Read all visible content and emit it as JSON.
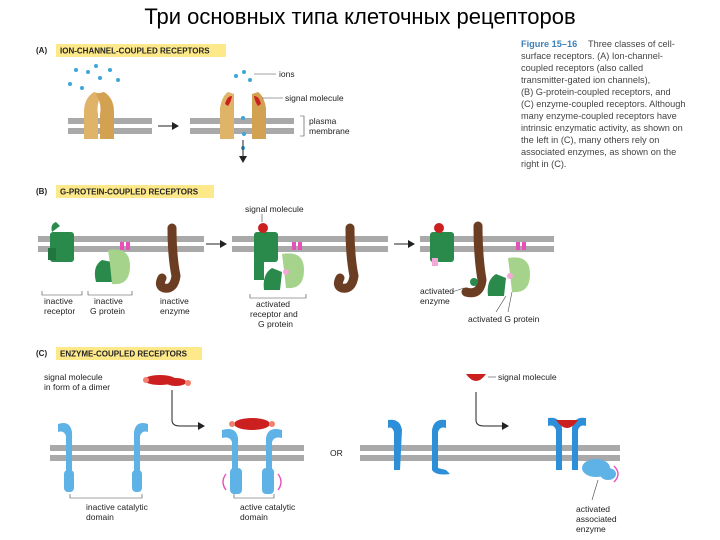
{
  "slide": {
    "title": "Три основных типа клеточных рецепторов"
  },
  "caption": {
    "figure": "Figure 15–16",
    "lines": [
      "Three classes of cell-",
      "surface receptors. (A) Ion-channel-",
      "coupled receptors (also called",
      "transmitter-gated ion channels),",
      "(B) G-protein-coupled receptors, and",
      "(C) enzyme-coupled receptors. Although",
      "many enzyme-coupled receptors have",
      "intrinsic enzymatic activity, as shown on",
      "the left in (C), many others rely on",
      "associated enzymes, as shown on the",
      "right in (C)."
    ]
  },
  "panel_a": {
    "letter": "(A)",
    "heading": "ION-CHANNEL-COUPLED RECEPTORS",
    "labels": {
      "ions": "ions",
      "signal_molecule": "signal molecule",
      "plasma": "plasma",
      "membrane": "membrane"
    }
  },
  "panel_b": {
    "letter": "(B)",
    "heading": "G-PROTEIN-COUPLED RECEPTORS",
    "labels": {
      "signal_molecule": "signal molecule",
      "inactive": "inactive",
      "receptor": "receptor",
      "g_protein": "G protein",
      "enzyme": "enzyme",
      "activated": "activated",
      "receptor_and": "receptor and",
      "activated_enzyme_1": "activated",
      "activated_enzyme_2": "enzyme",
      "activated_g_protein": "activated G protein"
    }
  },
  "panel_c": {
    "letter": "(C)",
    "heading": "ENZYME-COUPLED RECEPTORS",
    "labels": {
      "signal_dimer_1": "signal molecule",
      "signal_dimer_2": "in form of a dimer",
      "signal_molecule": "signal molecule",
      "inactive_catalytic": "inactive catalytic",
      "active_catalytic": "active catalytic",
      "domain": "domain",
      "or": "OR",
      "activated": "activated",
      "associated": "associated",
      "enzyme": "enzyme"
    }
  },
  "colors": {
    "highlight": "#fde98a",
    "membrane": "#a9a9a9",
    "channel": "#e0b468",
    "signal_red": "#cc2020",
    "ion_blue": "#3aa7d8",
    "receptor_green": "#2a8a4c",
    "gprotein_light": "#a6d38c",
    "enzyme_brown": "#6b3d22",
    "ec_receptor_blue": "#5eb2e6",
    "assoc_blue": "#2d8fd8"
  }
}
